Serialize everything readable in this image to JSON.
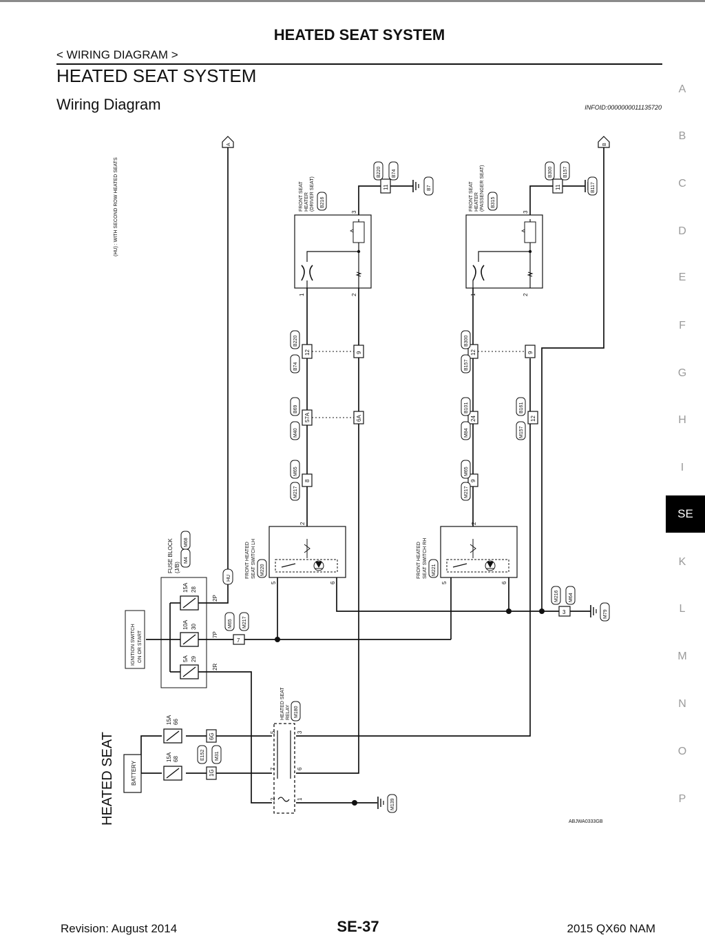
{
  "header": {
    "title": "HEATED SEAT SYSTEM",
    "breadcrumb": "< WIRING DIAGRAM >",
    "section_title": "HEATED SEAT SYSTEM",
    "subsection_title": "Wiring Diagram",
    "info_id": "INFOID:0000000011135720"
  },
  "side_index": {
    "letters": [
      "A",
      "B",
      "C",
      "D",
      "E",
      "F",
      "G",
      "H",
      "I",
      "SE",
      "K",
      "L",
      "M",
      "N",
      "O",
      "P"
    ],
    "active": "SE"
  },
  "diagram": {
    "side_title": "HEATED SEAT",
    "footnote": "(HU) : WITH SECOND ROW HEATED SEATS",
    "drawing_code": "ABJWA0333GB",
    "arrows": [
      "A",
      "B"
    ],
    "components": {
      "battery": "BATTERY",
      "ignition": [
        "IGNITION SWITCH",
        "ON OR START"
      ],
      "fuse_block": [
        "FUSE BLOCK",
        "(J/B)"
      ],
      "relay": [
        "HEATED SEAT",
        "RELAY"
      ],
      "switch_lh": [
        "FRONT HEATED",
        "SEAT SWITCH LH"
      ],
      "switch_rh": [
        "FRONT HEATED",
        "SEAT SWITCH RH"
      ],
      "heater_driver": [
        "FRONT SEAT",
        "HEATER",
        "(DRIVER SEAT)"
      ],
      "heater_passenger": [
        "FRONT SEAT",
        "HEATER",
        "(PASSENGER SEAT)"
      ]
    },
    "connectors": [
      "M4",
      "M68",
      "M65",
      "M217",
      "M180",
      "M139",
      "E152",
      "M31",
      "M220",
      "M221",
      "M216",
      "M64",
      "M79",
      "M40",
      "B69",
      "M84",
      "B101",
      "M157",
      "B161",
      "B74",
      "B220",
      "B157",
      "B300",
      "B216",
      "B315",
      "B7",
      "B117"
    ],
    "fuses": [
      "15A",
      "28",
      "10A",
      "30",
      "5A",
      "29",
      "15A",
      "66",
      "15A",
      "68"
    ],
    "terminals": [
      "2P",
      "7P",
      "2R",
      "HU",
      "7",
      "1G",
      "6G",
      "5",
      "3",
      "7",
      "6",
      "2",
      "1",
      "2",
      "5",
      "6",
      "2",
      "5",
      "6",
      "3",
      "8",
      "9",
      "57A",
      "6A",
      "24",
      "12",
      "12",
      "9",
      "12",
      "9",
      "1",
      "2",
      "3",
      "1",
      "2",
      "3",
      "11",
      "11"
    ]
  },
  "footer": {
    "revision": "Revision: August 2014",
    "page": "SE-37",
    "model": "2015 QX60 NAM"
  }
}
